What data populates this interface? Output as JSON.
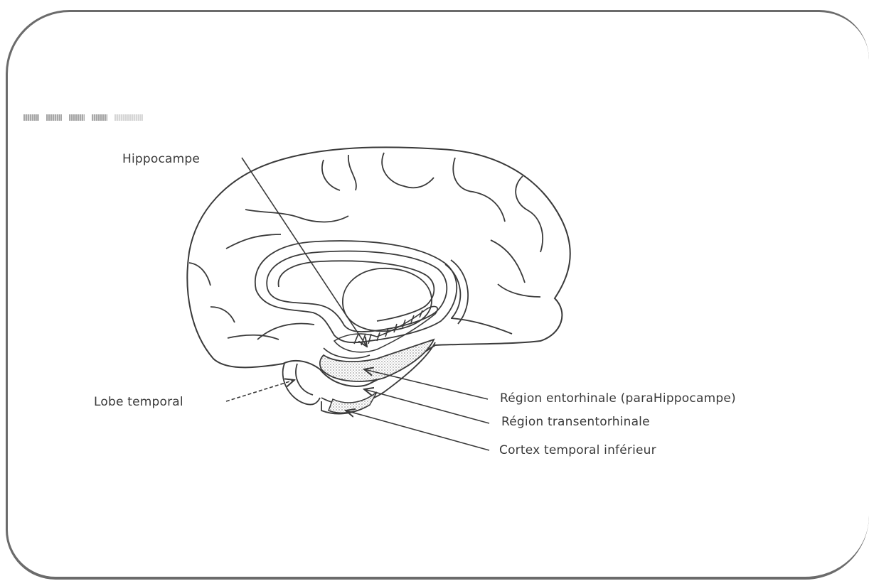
{
  "labels": {
    "hippocampe": "Hippocampe",
    "lobe_temporal": "Lobe temporal",
    "region_entorhinale": "Région entorhinale (paraHippocampe)",
    "region_transentorhinale": "Région transentorhinale",
    "cortex_temporal_inferieur": "Cortex temporal inférieur"
  },
  "colors": {
    "outline": "#3a3a3a",
    "frame": "#6b6b6b",
    "shading": "#b8b8b8"
  }
}
